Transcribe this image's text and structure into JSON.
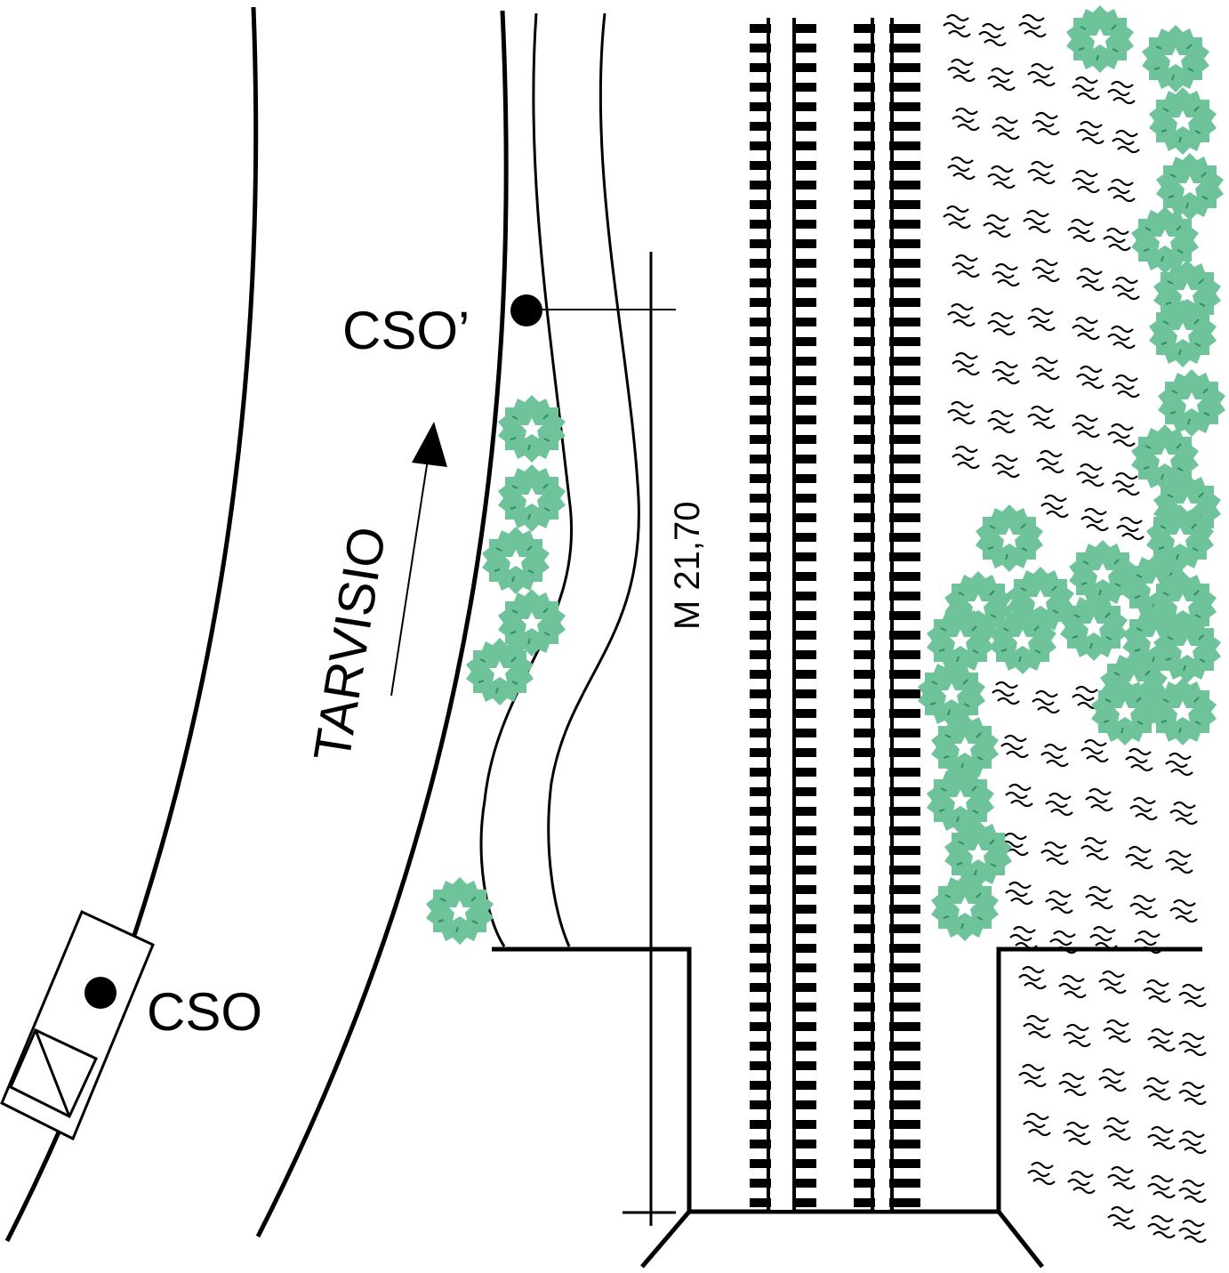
{
  "labels": {
    "cso": "CSO",
    "cso_prime": "CSO’",
    "direction": "TARVISIO",
    "measurement": "M 21,70"
  },
  "colors": {
    "line": "#000000",
    "vegetation": "#6ec39a",
    "vegetation_dark": "#2f8f63",
    "background": "#ffffff"
  },
  "icons": {
    "tree": "green-shrub-icon",
    "brush": "brush-hatching-icon",
    "rail": "railway-track-icon",
    "point": "survey-point-icon",
    "cabinet": "equipment-cabinet-icon"
  }
}
